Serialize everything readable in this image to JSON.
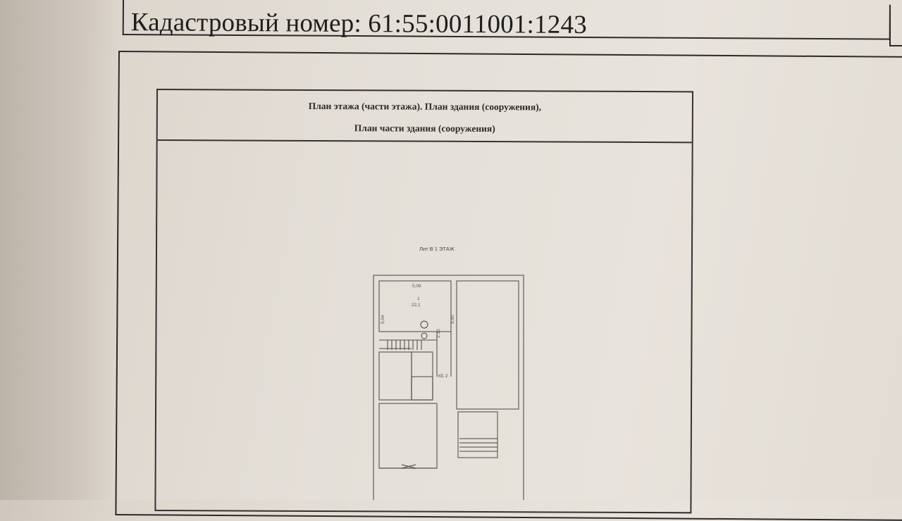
{
  "header": {
    "cadastral_label": "Кадастровый номер: 61:55:0011001:1243"
  },
  "plan": {
    "title_line1": "План этажа (части этажа). План здания (сооружения),",
    "title_line2": "План части здания (сооружения)",
    "floor_caption": "Лит В 1 ЭТАЖ",
    "labels": {
      "width_top": "5,06",
      "room1_number": "1",
      "room1_area": "22,1",
      "left_height": "5,04",
      "right_height": "5,90",
      "small_dim1": "2,10",
      "small_label": "КБ 2"
    }
  }
}
